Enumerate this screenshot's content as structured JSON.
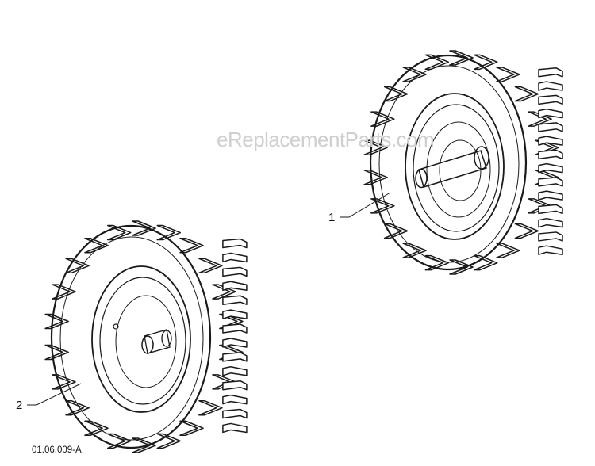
{
  "watermark": {
    "text": "eReplacementParts.com"
  },
  "callouts": [
    {
      "number": "1",
      "part": "wheel with axle shaft"
    },
    {
      "number": "2",
      "part": "wheel"
    }
  ],
  "figure_code": "01.06.009-A",
  "colors": {
    "ink": "#1a1a1a",
    "paper": "#ffffff",
    "watermark": "#cfcfcf"
  }
}
